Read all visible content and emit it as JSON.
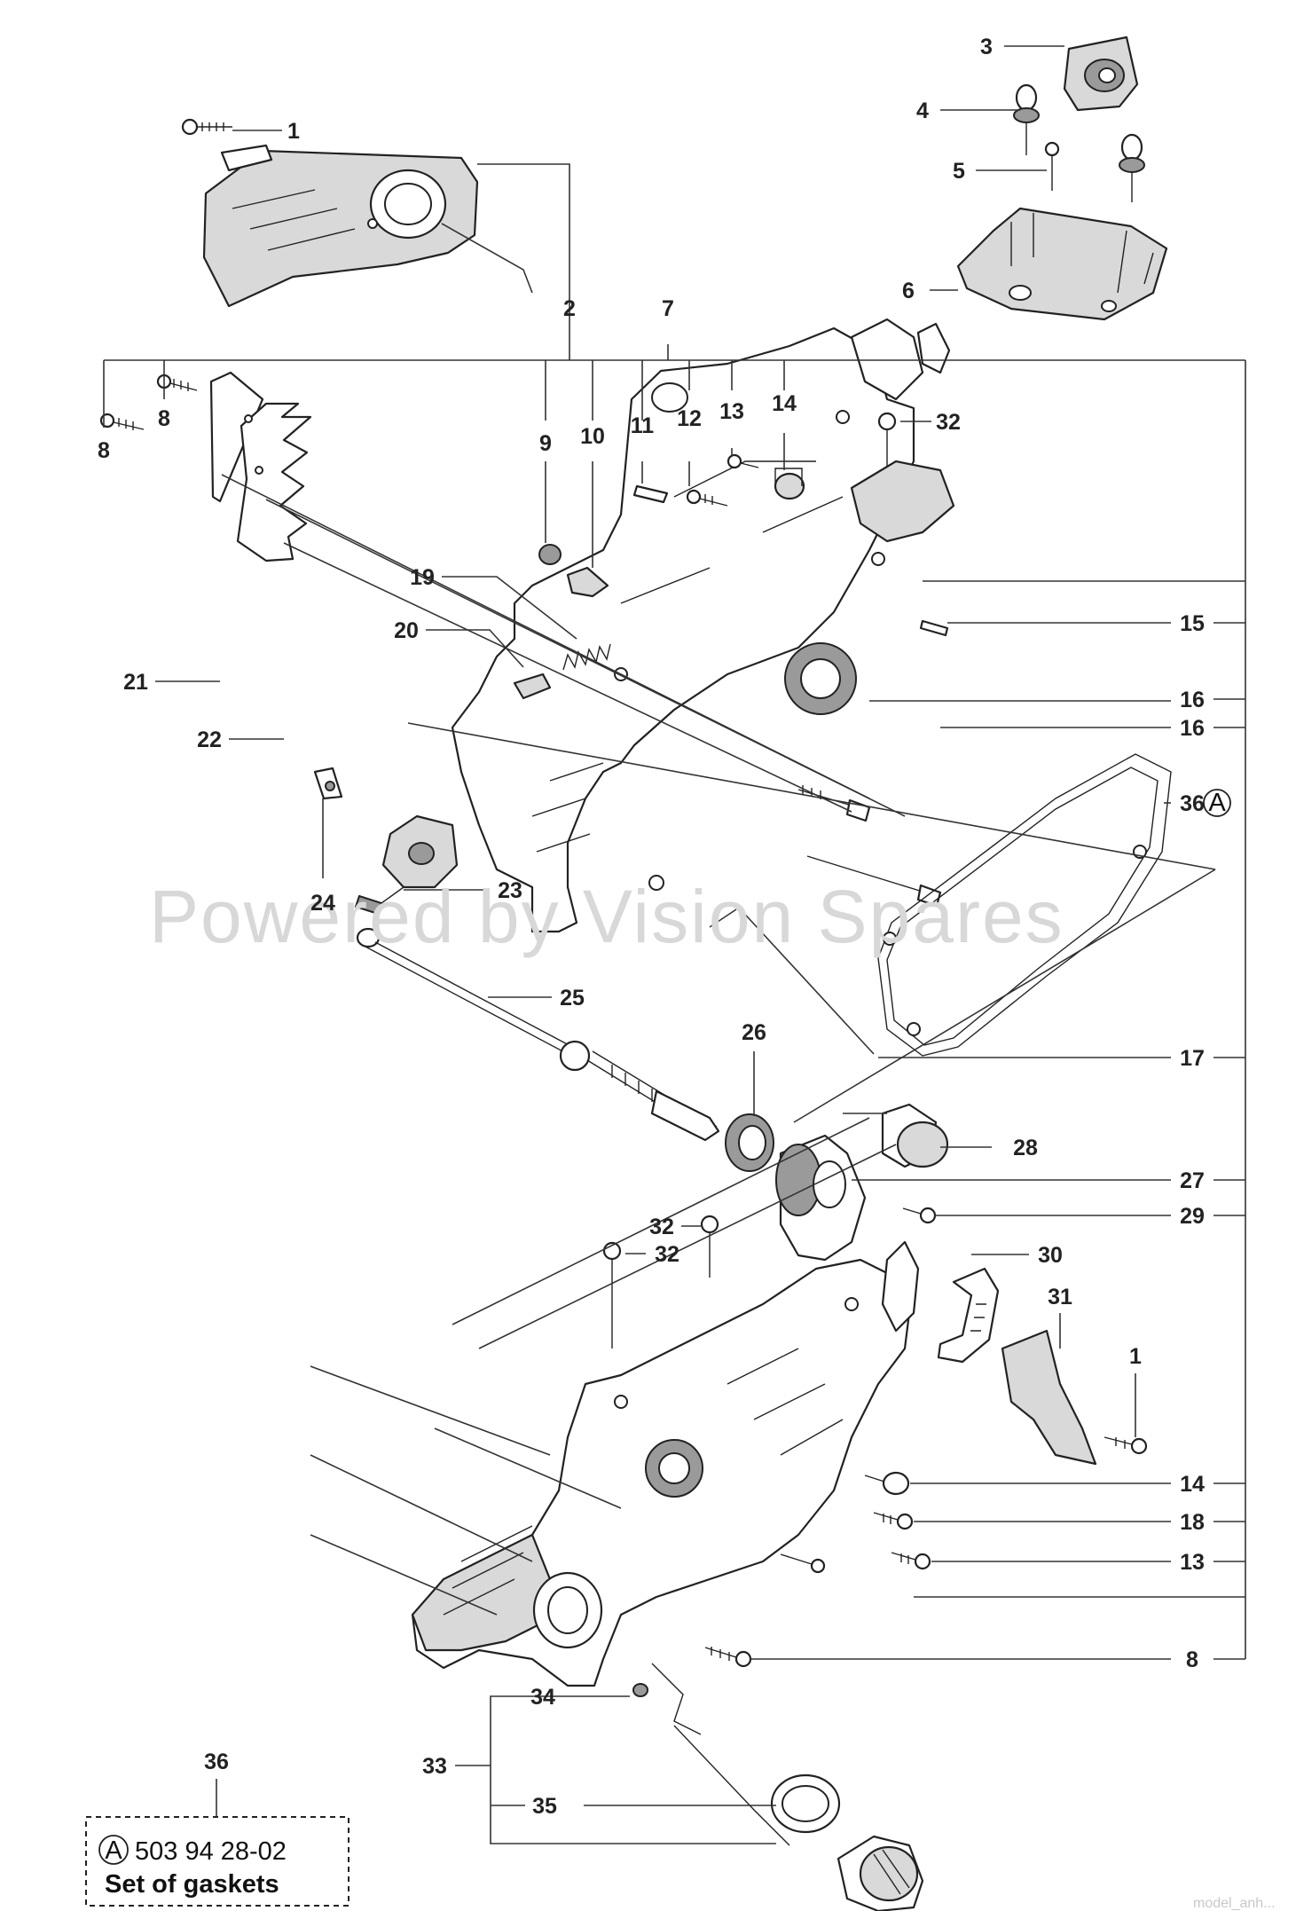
{
  "labels": [
    {
      "id": "1",
      "text": "1"
    },
    {
      "id": "1b",
      "text": "1"
    },
    {
      "id": "2",
      "text": "2"
    },
    {
      "id": "3",
      "text": "3"
    },
    {
      "id": "4",
      "text": "4"
    },
    {
      "id": "5",
      "text": "5"
    },
    {
      "id": "6",
      "text": "6"
    },
    {
      "id": "7",
      "text": "7"
    },
    {
      "id": "8a",
      "text": "8"
    },
    {
      "id": "8b",
      "text": "8"
    },
    {
      "id": "8c",
      "text": "8"
    },
    {
      "id": "9",
      "text": "9"
    },
    {
      "id": "10",
      "text": "10"
    },
    {
      "id": "11",
      "text": "11"
    },
    {
      "id": "12",
      "text": "12"
    },
    {
      "id": "13",
      "text": "13"
    },
    {
      "id": "13b",
      "text": "13"
    },
    {
      "id": "14",
      "text": "14"
    },
    {
      "id": "14b",
      "text": "14"
    },
    {
      "id": "15",
      "text": "15"
    },
    {
      "id": "16a",
      "text": "16"
    },
    {
      "id": "16b",
      "text": "16"
    },
    {
      "id": "17",
      "text": "17"
    },
    {
      "id": "18",
      "text": "18"
    },
    {
      "id": "19",
      "text": "19"
    },
    {
      "id": "20",
      "text": "20"
    },
    {
      "id": "21",
      "text": "21"
    },
    {
      "id": "22",
      "text": "22"
    },
    {
      "id": "23",
      "text": "23"
    },
    {
      "id": "24",
      "text": "24"
    },
    {
      "id": "25",
      "text": "25"
    },
    {
      "id": "26",
      "text": "26"
    },
    {
      "id": "27",
      "text": "27"
    },
    {
      "id": "28",
      "text": "28"
    },
    {
      "id": "29",
      "text": "29"
    },
    {
      "id": "30",
      "text": "30"
    },
    {
      "id": "31",
      "text": "31"
    },
    {
      "id": "32a",
      "text": "32"
    },
    {
      "id": "32b",
      "text": "32"
    },
    {
      "id": "32c",
      "text": "32"
    },
    {
      "id": "33",
      "text": "33"
    },
    {
      "id": "34",
      "text": "34"
    },
    {
      "id": "35",
      "text": "35"
    },
    {
      "id": "36a",
      "text": "36"
    },
    {
      "id": "36b",
      "text": "36"
    }
  ],
  "gasket_marker": "A",
  "kit_box": {
    "marker": "A",
    "part_number": "503 94 28-02",
    "description": "Set of gaskets"
  },
  "watermark": "Powered by Vision Spares",
  "corner_note": "model_anh..."
}
